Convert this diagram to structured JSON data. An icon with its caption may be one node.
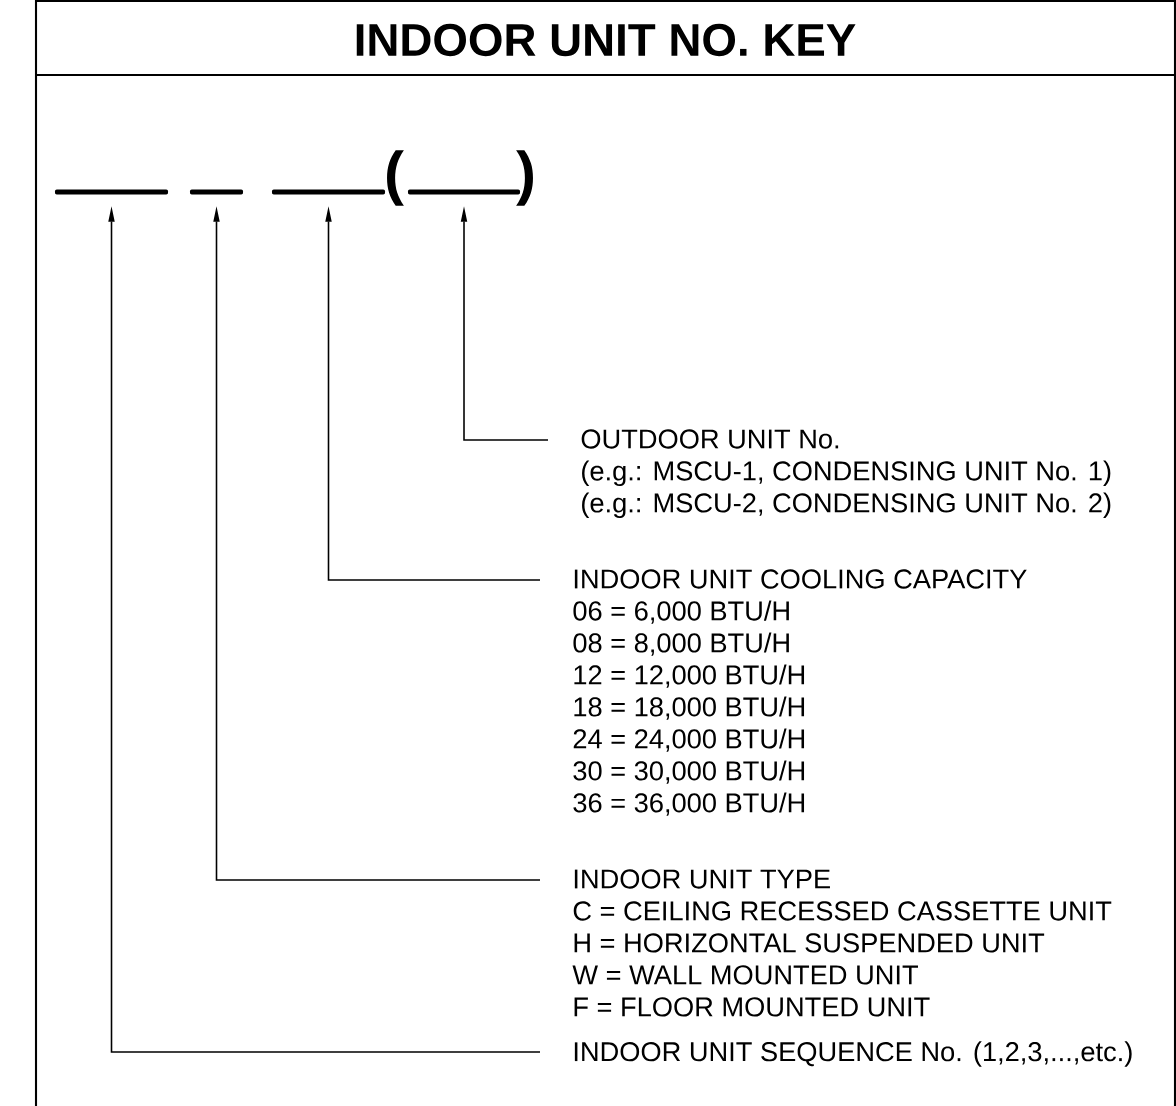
{
  "diagram": {
    "title": "INDOOR UNIT NO. KEY",
    "nodes": [
      {
        "text": [],
        "shape": "bar"
      },
      {
        "text": [],
        "shape": "bar"
      },
      {
        "text": [],
        "shape": "bar"
      },
      {
        "text": [],
        "shape": "bar"
      },
      {
        "text": [
          "OUTDOOR UNIT No.",
          "(e.g.: MSCU-1, CONDENSING UNIT No. 1)",
          "(e.g.: MSCU-2, CONDENSING UNIT No. 2)"
        ]
      },
      {
        "text": [
          "INDOOR UNIT COOLING CAPACITY",
          "06 = 6,000 BTU/H",
          "08 = 8,000 BTU/H",
          "12 = 12,000 BTU/H",
          "18 = 18,000 BTU/H",
          "24 = 24,000 BTU/H",
          "30 = 30,000 BTU/H",
          "36 = 36,000 BTU/H"
        ]
      },
      {
        "text": [
          "INDOOR UNIT TYPE",
          "C = CEILING RECESSED CASSETTE UNIT",
          "H = HORIZONTAL SUSPENDED UNIT",
          "W = WALL MOUNTED UNIT",
          "F = FLOOR MOUNTED UNIT"
        ]
      },
      {
        "text": [
          "INDOOR UNIT SEQUENCE No. (1,2,3,...,etc.)"
        ]
      }
    ],
    "edges": [
      {
        "from": 4,
        "to": 3,
        "arrow": "to"
      },
      {
        "from": 5,
        "to": 2,
        "arrow": "to"
      },
      {
        "from": 6,
        "to": 1,
        "arrow": "to"
      },
      {
        "from": 7,
        "to": 0,
        "arrow": "to"
      }
    ],
    "labels": [
      "(",
      ")"
    ]
  }
}
